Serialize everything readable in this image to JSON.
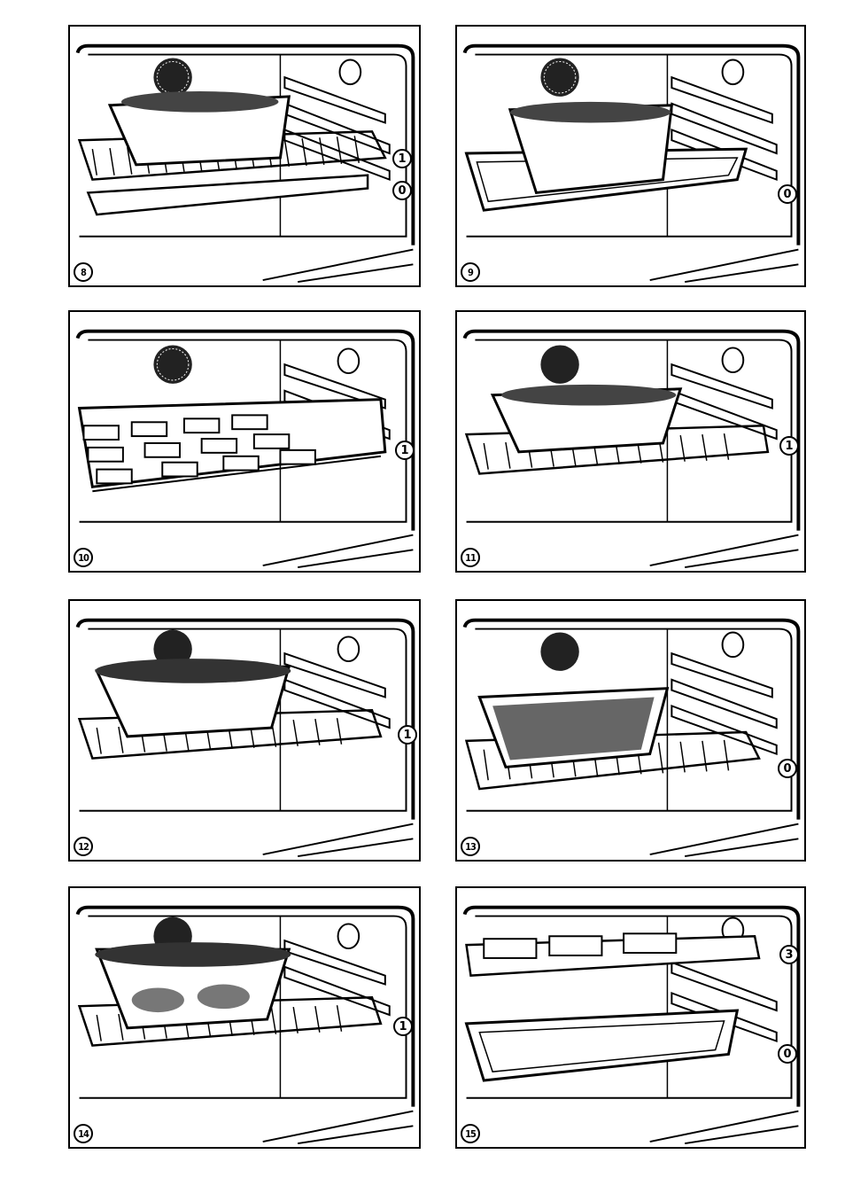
{
  "figures": [
    {
      "number": "8",
      "shelves": [
        "1",
        "0"
      ]
    },
    {
      "number": "9",
      "shelves": [
        "0"
      ]
    },
    {
      "number": "10",
      "shelves": [
        "1"
      ]
    },
    {
      "number": "11",
      "shelves": [
        "1"
      ]
    },
    {
      "number": "12",
      "shelves": [
        "1"
      ]
    },
    {
      "number": "13",
      "shelves": [
        "0"
      ]
    },
    {
      "number": "14",
      "shelves": [
        "1"
      ]
    },
    {
      "number": "15",
      "shelves": [
        "3",
        "0"
      ]
    }
  ],
  "icons": [
    "fan-grille-icon",
    "oven-lamp-icon",
    "wire-rack-icon",
    "baking-tray-icon",
    "dish-icon",
    "biscuits-icon"
  ],
  "colors": {
    "ink": "#000000",
    "paper": "#ffffff"
  }
}
